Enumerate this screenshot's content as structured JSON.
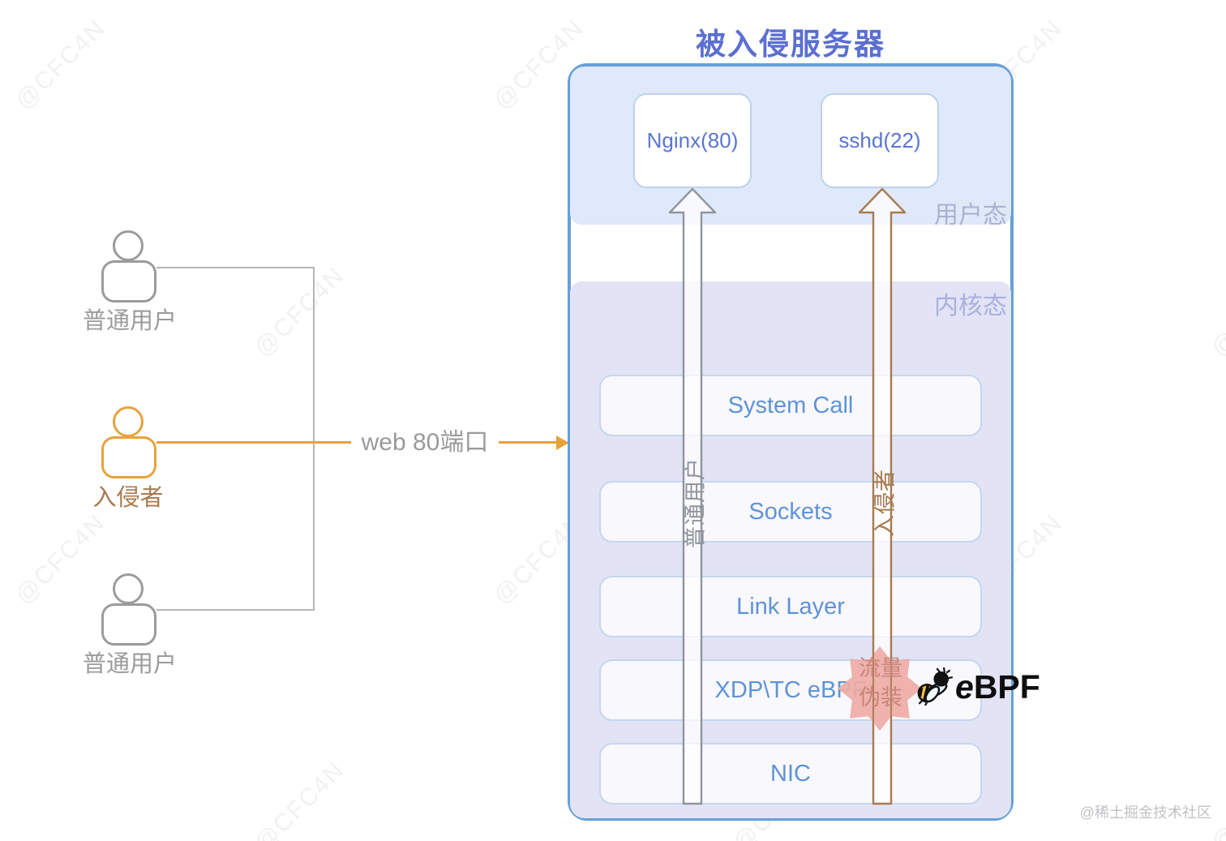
{
  "title": "被入侵服务器",
  "actors": {
    "top": {
      "label": "普通用户"
    },
    "middle": {
      "label": "入侵者"
    },
    "bottom": {
      "label": "普通用户"
    }
  },
  "connection_label": "web 80端口",
  "regions": {
    "user": "用户态",
    "kernel": "内核态"
  },
  "services": {
    "nginx": "Nginx(80)",
    "sshd": "sshd(22)"
  },
  "layers": [
    "System Call",
    "Sockets",
    "Link Layer",
    "XDP\\TC eBPF",
    "NIC"
  ],
  "flows": {
    "normal": "普通用户",
    "intruder": "入侵者"
  },
  "badge": {
    "line1": "流量",
    "line2": "伪装"
  },
  "logo": {
    "text_e": "e",
    "text_bpf": "BPF"
  },
  "watermark": {
    "pattern": "@CFC4N",
    "credit": "@稀土掘金技术社区"
  },
  "colors": {
    "accent_blue": "#66a0d8",
    "title_blue": "#5a6fd0",
    "service_text": "#5b76d2",
    "layer_text": "#5f93d6",
    "user_region_bg": "#dfe9fa",
    "kernel_region_bg": "#e2e4f6",
    "region_label_user": "#a9b0cf",
    "region_label_kernel": "#a6aede",
    "gray": "#9b9b9b",
    "line_gray": "#b5b5b5",
    "orange": "#e8a23c",
    "intruder_brown": "#a87a50",
    "flow_gray": "#8f959e",
    "badge_pink": "#eeaca6",
    "badge_text": "#c9857b",
    "watermark": "#a0a0aa"
  }
}
